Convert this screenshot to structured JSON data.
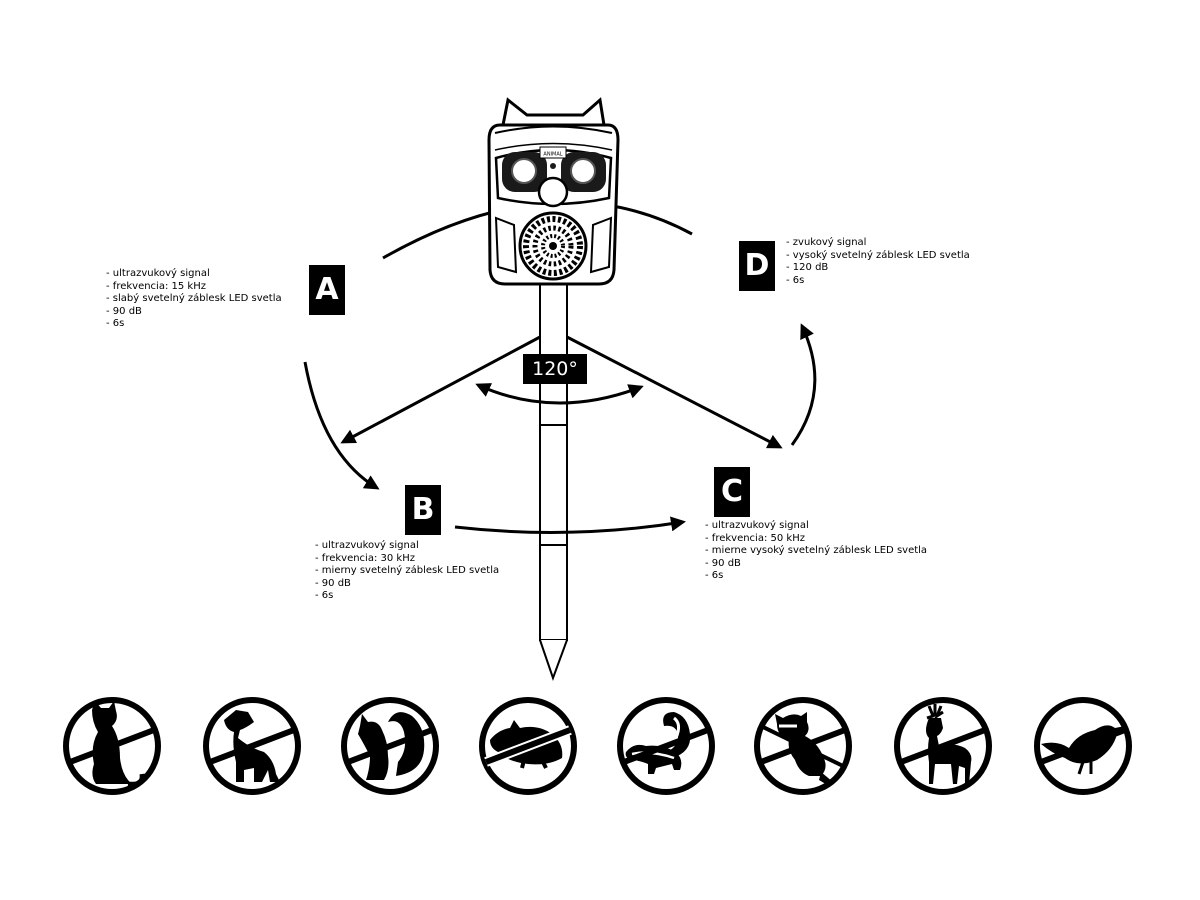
{
  "angle_label": "120°",
  "modes": [
    {
      "letter": "A",
      "features": [
        "ultrazvukový signal",
        "frekvencia: 15 kHz",
        "slabý svetelný záblesk LED svetla",
        "90 dB",
        "6s"
      ]
    },
    {
      "letter": "B",
      "features": [
        "ultrazvukový signal",
        "frekvencia: 30 kHz",
        "mierny svetelný záblesk LED svetla",
        "90 dB",
        "6s"
      ]
    },
    {
      "letter": "C",
      "features": [
        "ultrazvukový signal",
        "frekvencia: 50 kHz",
        "mierne vysoký svetelný záblesk LED svetla",
        "90 dB",
        "6s"
      ]
    },
    {
      "letter": "D",
      "features": [
        "zvukový signal",
        "vysoký svetelný záblesk LED svetla",
        "120 dB",
        "6s"
      ]
    }
  ],
  "device": {
    "brand_label": "ANIMAL"
  },
  "repelled_animals": [
    {
      "icon": "no-cat-icon"
    },
    {
      "icon": "no-dog-icon"
    },
    {
      "icon": "no-squirrel-icon"
    },
    {
      "icon": "no-rat-icon"
    },
    {
      "icon": "no-skunk-icon"
    },
    {
      "icon": "no-raccoon-icon"
    },
    {
      "icon": "no-deer-icon"
    },
    {
      "icon": "no-bird-icon"
    }
  ]
}
